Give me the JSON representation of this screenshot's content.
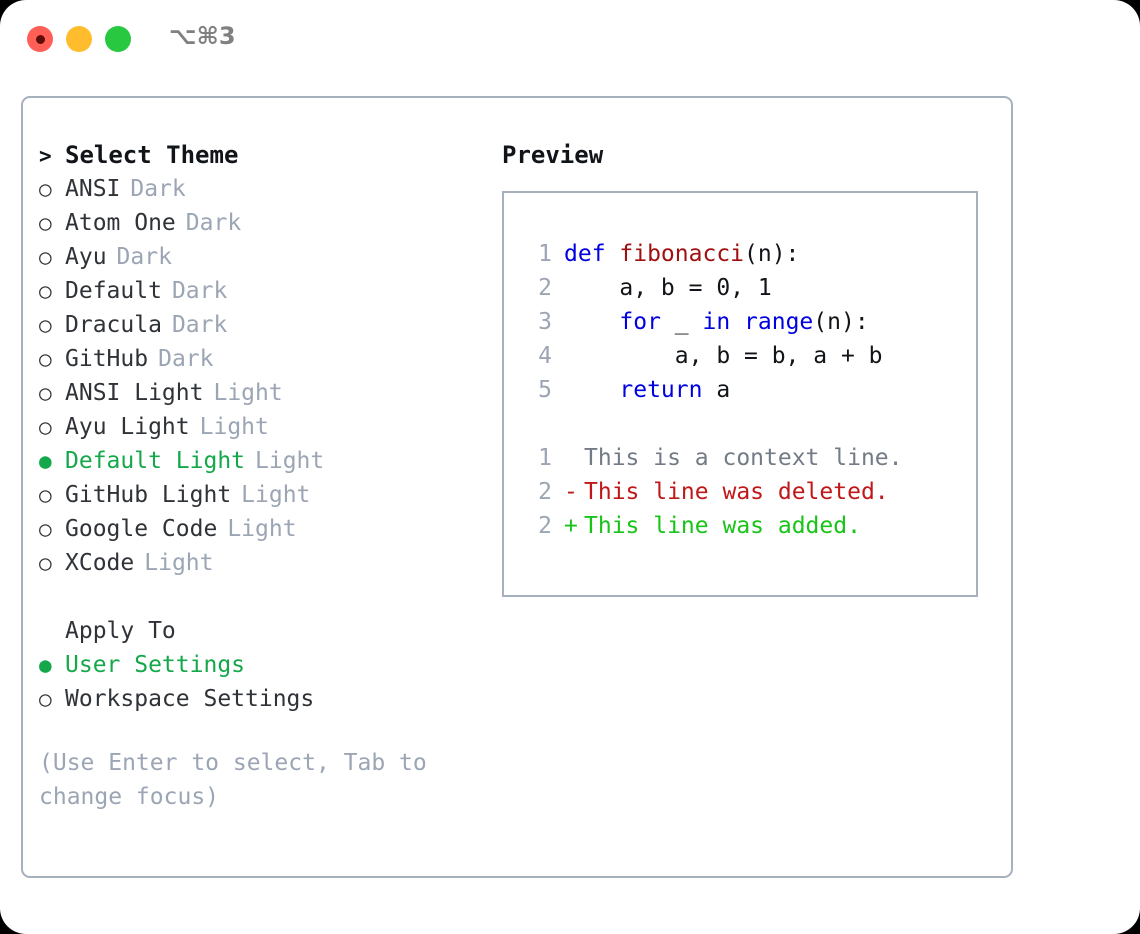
{
  "window": {
    "traffic_lights": [
      {
        "name": "close",
        "color": "#ff5f57"
      },
      {
        "name": "minimize",
        "color": "#ffbd2e"
      },
      {
        "name": "zoom",
        "color": "#28c840"
      }
    ],
    "shortcut_label": "⌥⌘3"
  },
  "theme_picker": {
    "header_marker": ">",
    "header_label": "Select Theme",
    "unselected_marker": "○",
    "selected_marker": "●",
    "accent_color": "#15a84a",
    "tag_color": "#9ba5b4",
    "items": [
      {
        "label": "ANSI",
        "tag": "Dark",
        "selected": false
      },
      {
        "label": "Atom One",
        "tag": "Dark",
        "selected": false
      },
      {
        "label": "Ayu",
        "tag": "Dark",
        "selected": false
      },
      {
        "label": "Default",
        "tag": "Dark",
        "selected": false
      },
      {
        "label": "Dracula",
        "tag": "Dark",
        "selected": false
      },
      {
        "label": "GitHub",
        "tag": "Dark",
        "selected": false
      },
      {
        "label": "ANSI Light",
        "tag": "Light",
        "selected": false
      },
      {
        "label": "Ayu Light",
        "tag": "Light",
        "selected": false
      },
      {
        "label": "Default Light",
        "tag": "Light",
        "selected": true
      },
      {
        "label": "GitHub Light",
        "tag": "Light",
        "selected": false
      },
      {
        "label": "Google Code",
        "tag": "Light",
        "selected": false
      },
      {
        "label": "XCode",
        "tag": "Light",
        "selected": false
      }
    ]
  },
  "apply_to": {
    "heading": "Apply To",
    "items": [
      {
        "label": "User Settings",
        "marker": "●",
        "selected": true
      },
      {
        "label": "Workspace Settings",
        "marker": "○",
        "selected": false
      }
    ]
  },
  "hint": "(Use Enter to select, Tab to change focus)",
  "preview": {
    "title": "Preview",
    "code_lines": [
      {
        "lineno": "1",
        "tokens": [
          {
            "text": "def ",
            "style": "kw"
          },
          {
            "text": "fibonacci",
            "style": "fn"
          },
          {
            "text": "(n):",
            "style": "plain"
          }
        ]
      },
      {
        "lineno": "2",
        "tokens": [
          {
            "text": "    a, b = 0, 1",
            "style": "plain"
          }
        ]
      },
      {
        "lineno": "3",
        "tokens": [
          {
            "text": "    ",
            "style": "plain"
          },
          {
            "text": "for ",
            "style": "kw"
          },
          {
            "text": "_ ",
            "style": "plain"
          },
          {
            "text": "in ",
            "style": "kw"
          },
          {
            "text": "range",
            "style": "kw"
          },
          {
            "text": "(n):",
            "style": "plain"
          }
        ]
      },
      {
        "lineno": "4",
        "tokens": [
          {
            "text": "        a, b = b, a + b",
            "style": "plain"
          }
        ]
      },
      {
        "lineno": "5",
        "tokens": [
          {
            "text": "    ",
            "style": "plain"
          },
          {
            "text": "return ",
            "style": "kw"
          },
          {
            "text": "a",
            "style": "plain"
          }
        ]
      }
    ],
    "diff_lines": [
      {
        "lineno": "1",
        "marker": " ",
        "text": "This is a context line.",
        "kind": "ctx"
      },
      {
        "lineno": "2",
        "marker": "-",
        "text": "This line was deleted.",
        "kind": "del"
      },
      {
        "lineno": "2",
        "marker": "+",
        "text": "This line was added.",
        "kind": "add"
      }
    ]
  }
}
